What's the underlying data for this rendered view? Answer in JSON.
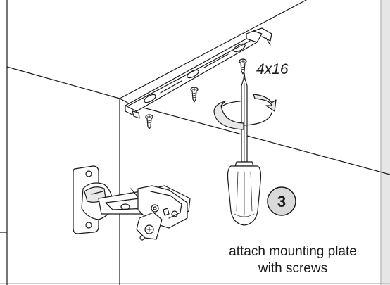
{
  "screw_label": "4x16",
  "step_number": "3",
  "caption": {
    "line1": "attach mounting plate",
    "line2": "with screws"
  },
  "colors": {
    "line": "#1a1a1a",
    "page_border": "#bdbdbd",
    "shading": "#e8e8e8",
    "step_circle_fill": "#d9d9d9"
  }
}
